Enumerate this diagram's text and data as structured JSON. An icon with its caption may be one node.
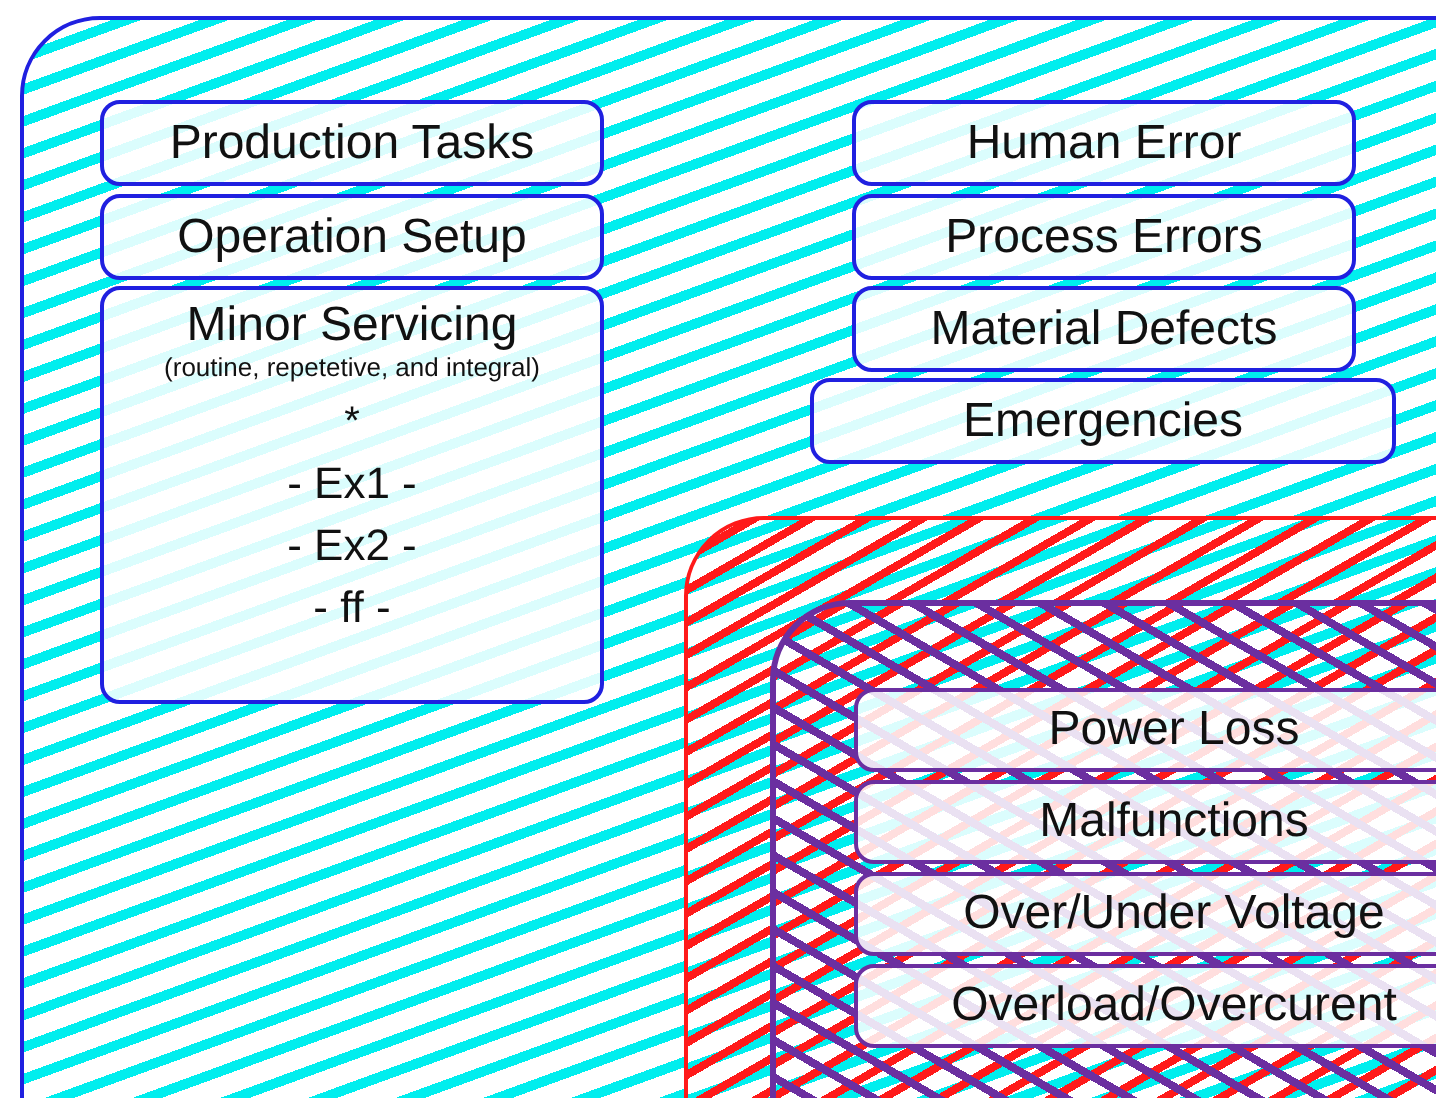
{
  "diagram": {
    "nodes": [
      {
        "text": [],
        "shape": "box"
      },
      {
        "text": [
          "Production Tasks"
        ],
        "in": 0
      },
      {
        "text": [
          "Operation Setup"
        ],
        "in": 0
      },
      {
        "text": [
          "Minor Servicing",
          "(routine, repetetive, and integral)",
          "*",
          "- Ex1 -",
          "- Ex2 -",
          "- ff -"
        ],
        "in": 0
      },
      {
        "text": [
          "Human Error"
        ],
        "in": 0
      },
      {
        "text": [
          "Process Errors"
        ],
        "in": 0
      },
      {
        "text": [
          "Material Defects"
        ],
        "in": 0
      },
      {
        "text": [
          "Emergencies"
        ],
        "in": 0
      },
      {
        "text": [],
        "shape": "box",
        "in": 0
      },
      {
        "text": [],
        "shape": "box",
        "in": 8
      },
      {
        "text": [
          "Power Loss"
        ],
        "in": 9
      },
      {
        "text": [
          "Malfunctions"
        ],
        "in": 9
      },
      {
        "text": [
          "Over/Under Voltage"
        ],
        "in": 9
      },
      {
        "text": [
          "Overload/Overcurent"
        ],
        "in": 9
      }
    ]
  }
}
